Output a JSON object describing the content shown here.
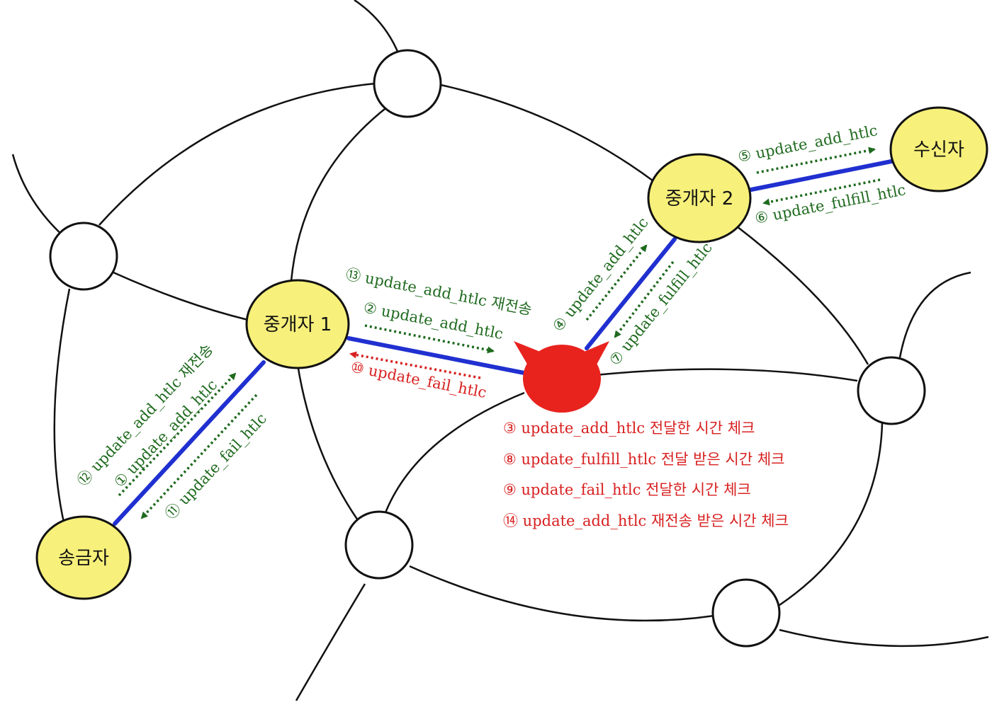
{
  "nodes": {
    "sender": "송금자",
    "relay1": "중개자 1",
    "relay2": "중개자 2",
    "receiver": "수신자"
  },
  "messages": {
    "m1": "① update_add_htlc",
    "m12": "⑫ update_add_htlc 재전송",
    "m11": "⑪ update_fail_htlc",
    "m2": "② update_add_htlc",
    "m13": "⑬ update_add_htlc 재전송",
    "m10": "⑩ update_fail_htlc",
    "m4": "④ update_add_htlc",
    "m7": "⑦ update_fulfill_htlc",
    "m5": "⑤ update_add_htlc",
    "m6": "⑥ update_fulfill_htlc"
  },
  "notes": [
    "③ update_add_htlc 전달한 시간 체크",
    "⑧ update_fulfill_htlc 전달 받은 시간 체크",
    "⑨ update_fail_htlc 전달한 시간 체크",
    "⑭ update_add_htlc 재전송 받은 시간 체크"
  ],
  "colors": {
    "node_fill": "#f7f07a",
    "attacker": "#e8231e",
    "channel": "#2030d0",
    "green_arrow": "#1f6a1f",
    "red_arrow": "#d82020"
  }
}
